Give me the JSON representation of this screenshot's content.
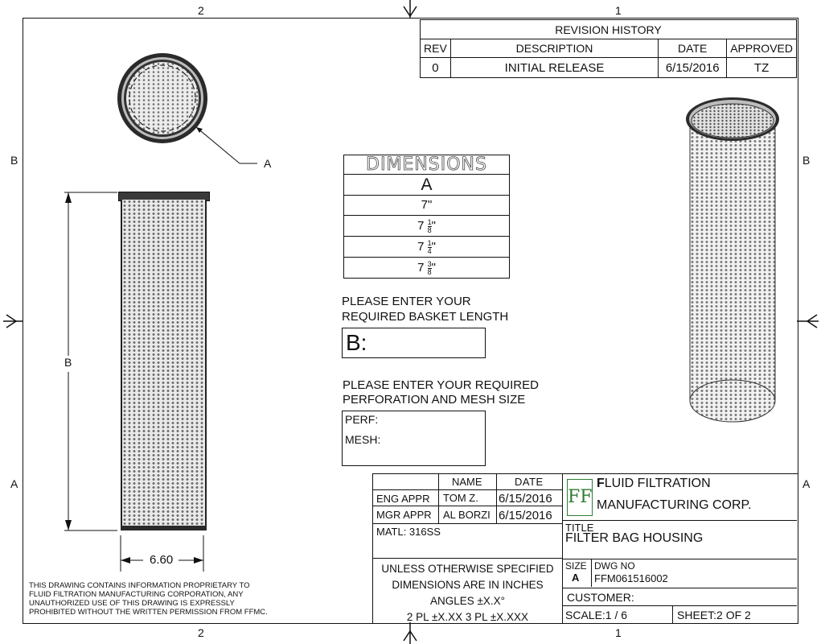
{
  "zones": {
    "top_left": "2",
    "top_right": "1",
    "bottom_left": "2",
    "bottom_right": "1",
    "left_upper": "B",
    "left_lower": "A",
    "right_upper": "B",
    "right_lower": "A"
  },
  "revision": {
    "title": "REVISION HISTORY",
    "headers": [
      "REV",
      "DESCRIPTION",
      "DATE",
      "APPROVED"
    ],
    "row": [
      "0",
      "INITIAL RELEASE",
      "6/15/2016",
      "TZ"
    ]
  },
  "dimensions": {
    "title": "DIMENSIONS",
    "header": "A",
    "values": [
      "7\"",
      "7",
      "7",
      "7"
    ],
    "fracs": [
      [
        "",
        ""
      ],
      [
        "1",
        "8"
      ],
      [
        "1",
        "4"
      ],
      [
        "3",
        "8"
      ]
    ]
  },
  "labels": {
    "callout_a": "A",
    "dim_b": "B",
    "width": "6.60"
  },
  "basket": {
    "line1": "PLEASE ENTER YOUR",
    "line2": "REQUIRED BASKET LENGTH",
    "field": "B:"
  },
  "perf": {
    "line1": "PLEASE ENTER YOUR REQUIRED",
    "line2": "PERFORATION AND MESH SIZE",
    "perf_label": "PERF:",
    "mesh_label": "MESH:"
  },
  "title_block": {
    "name_header": "NAME",
    "date_header": "DATE",
    "eng": [
      "ENG APPR",
      "TOM Z.",
      "6/15/2016"
    ],
    "mgr": [
      "MGR APPR",
      "AL BORZI",
      "6/15/2016"
    ],
    "matl": "MATL: 316SS",
    "tol": [
      "UNLESS OTHERWISE SPECIFIED",
      "DIMENSIONS ARE IN INCHES",
      "ANGLES ±X.X°",
      "2 PL ±X.XX 3 PL ±X.XXX"
    ],
    "company_line1_first": "F",
    "company_line1_rest": "LUID FILTRATION",
    "company_line2": "MANUFACTURING CORP.",
    "title_label": "TITLE",
    "title": "FILTER BAG HOUSING",
    "size_label": "SIZE",
    "size": "A",
    "dwg_label": "DWG NO",
    "dwg": "FFM061516002",
    "customer": "CUSTOMER:",
    "scale": "SCALE:1 / 6",
    "sheet": "SHEET:2  OF 2"
  },
  "notice": [
    "THIS DRAWING CONTAINS INFORMATION PROPRIETARY TO",
    "FLUID FILTRATION MANUFACTURING CORPORATION, ANY",
    "UNAUTHORIZED USE OF THIS DRAWING IS EXPRESSLY",
    "PROHIBITED WITHOUT THE WRITTEN PERMISSION FROM FFMC."
  ],
  "logo_letters": "FF"
}
